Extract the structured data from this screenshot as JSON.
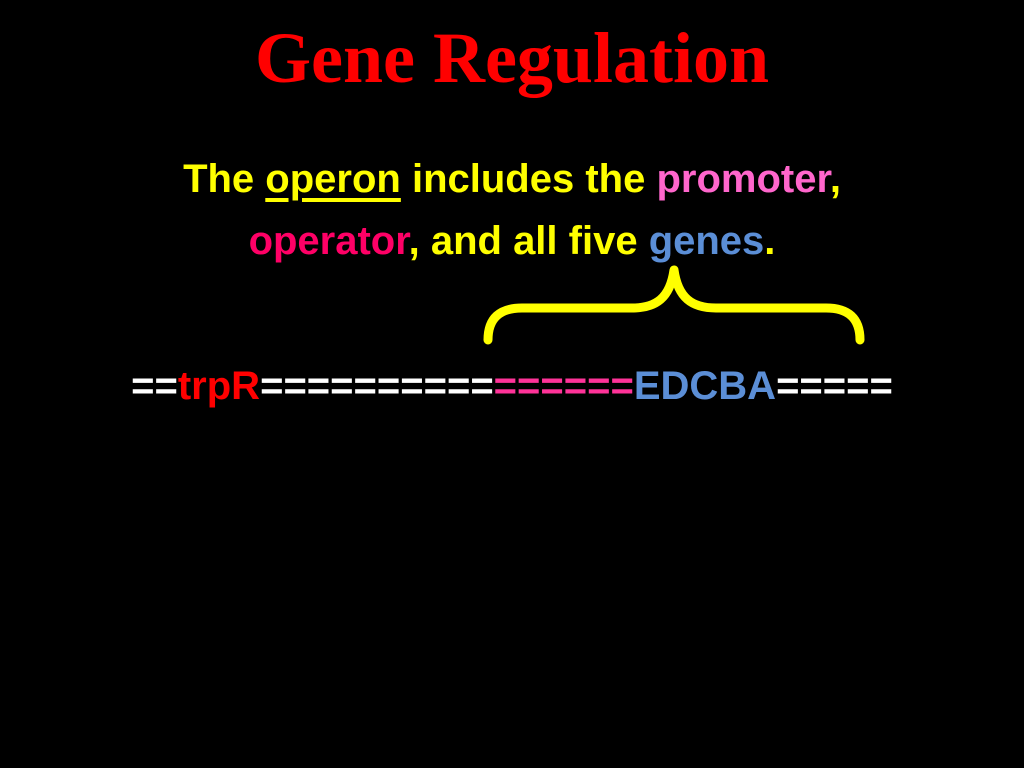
{
  "slide": {
    "title": "Gene Regulation",
    "body_line1": {
      "the": "The ",
      "operon": "operon",
      "includes": " includes the ",
      "promoter": "promoter",
      "comma": ","
    },
    "body_line2": {
      "operator": "operator",
      "and_all_five": ", and all five ",
      "genes": "genes",
      "period": "."
    },
    "sequence": {
      "lead": "==",
      "regulator": "trpR",
      "spacer": "==========",
      "control_region": "======",
      "genes": "EDCBA",
      "tail": "====="
    }
  },
  "colors": {
    "background": "#000000",
    "title": "#ff0000",
    "body_text": "#ffff00",
    "promoter": "#ff66cc",
    "operator": "#ff0066",
    "genes": "#5b8ed6",
    "sequence_plain": "#ffffff",
    "regulator": "#ff0000",
    "control_region": "#ff3399",
    "brace": "#ffff00"
  }
}
